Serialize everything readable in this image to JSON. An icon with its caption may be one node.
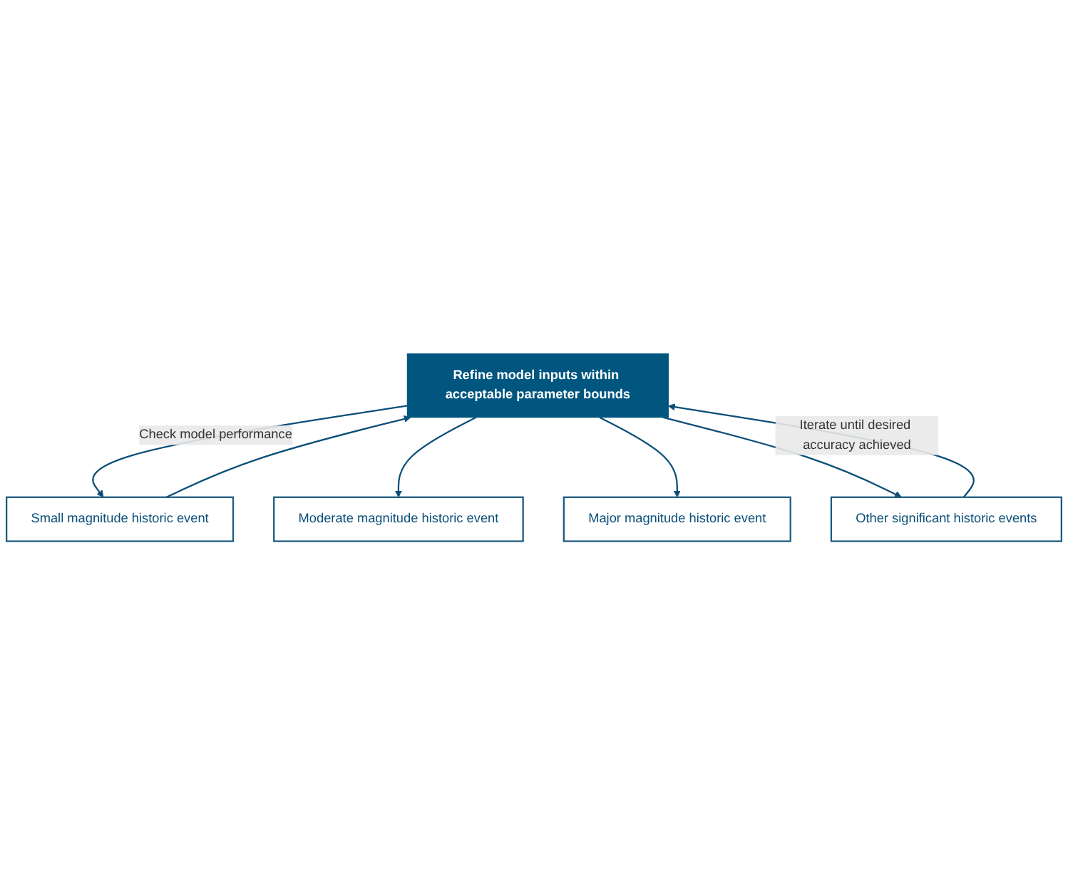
{
  "diagram": {
    "nodes": [
      {
        "text": [
          "Refine model inputs within acceptable parameter bounds"
        ]
      },
      {
        "text": [
          "Small magnitude historic event"
        ]
      },
      {
        "text": [
          "Moderate magnitude historic event"
        ]
      },
      {
        "text": [
          "Major magnitude historic event"
        ]
      },
      {
        "text": [
          "Other significant historic events"
        ]
      }
    ],
    "edges": [
      {
        "from": 0,
        "to": 1,
        "arrow": "to",
        "label": "Check model performance"
      },
      {
        "from": 0,
        "to": 2,
        "arrow": "to"
      },
      {
        "from": 0,
        "to": 3,
        "arrow": "to"
      },
      {
        "from": 0,
        "to": 4,
        "arrow": "to"
      },
      {
        "from": 1,
        "to": 0,
        "arrow": "to"
      },
      {
        "from": 4,
        "to": 0,
        "arrow": "to",
        "label": "Iterate until desired accuracy achieved"
      }
    ]
  }
}
